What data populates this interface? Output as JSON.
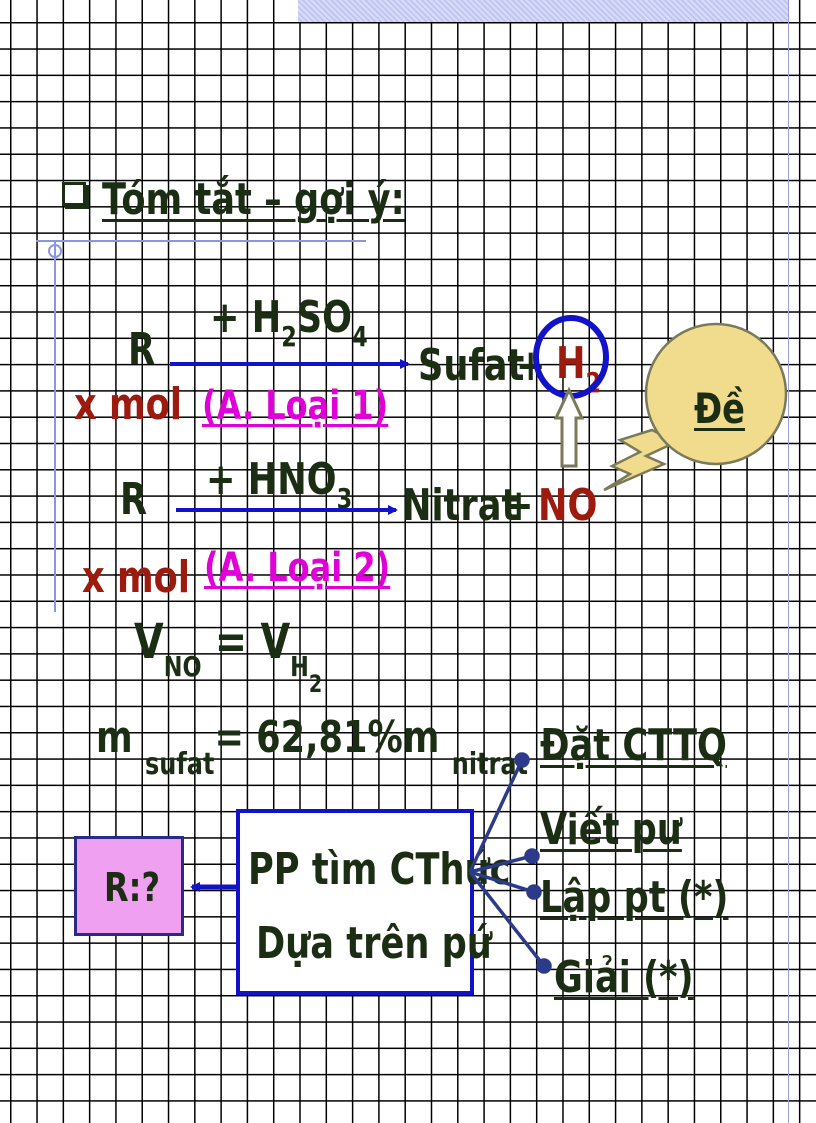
{
  "title": "Tóm tắt – gợi ý:",
  "reaction1": {
    "reactant": "R",
    "amount": "x mol",
    "reagent": "+ H",
    "reagent_sub1": "2",
    "reagent_mid": "SO",
    "reagent_sub2": "4",
    "condition": "(A. Loại 1)",
    "product1": "Sufat",
    "plus": "+",
    "product2": "H",
    "product2_sub": "2"
  },
  "reaction2": {
    "reactant": "R",
    "amount": "x mol",
    "reagent": "+ HNO",
    "reagent_sub": "3",
    "condition": "(A. Loại 2)",
    "product1": "Nitrat",
    "plus": "+",
    "product2": "NO"
  },
  "callout": "Đề",
  "eq1": {
    "v1": "V",
    "sub1": "NO",
    "eq": "=",
    "v2": "V",
    "sub2": "H",
    "sub2_sub": "2"
  },
  "eq2": {
    "m1": "m",
    "sub1": "sufat",
    "mid": "= 62,81%m",
    "sub2": "nitrat"
  },
  "method": {
    "line1": "PP tìm CThức",
    "line2": "Dựa trên pứ"
  },
  "result": "R:?",
  "steps": [
    "Đặt CTTQ",
    "Viết pư",
    "Lập pt (*)",
    "Giải (*)"
  ],
  "colors": {
    "dark_text": "#1b2e14",
    "red": "#9c1a0e",
    "magenta": "#e000d8",
    "blue": "#1212c8",
    "callout_fill": "#f0dc8c",
    "result_fill": "#f0a0f0"
  }
}
